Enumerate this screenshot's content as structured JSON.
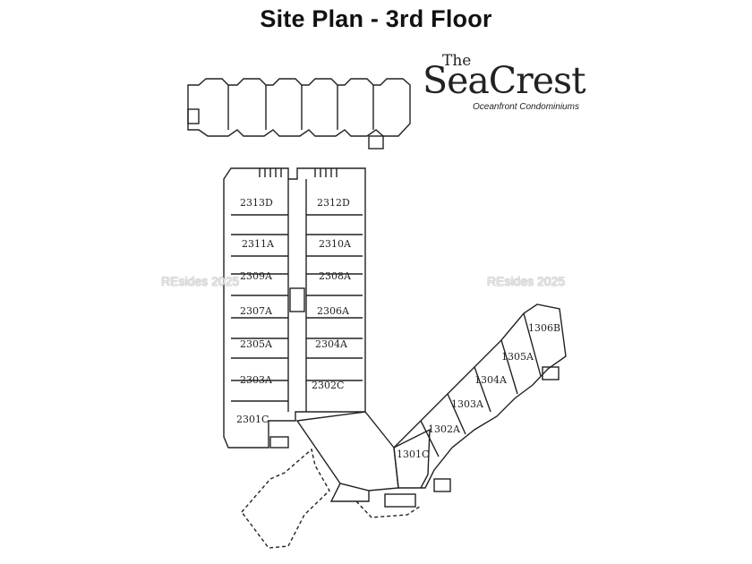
{
  "title": "Site Plan - 3rd Floor",
  "logo": {
    "prefix": "The",
    "name": "SeaCrest",
    "tagline": "Oceanfront Condominiums"
  },
  "watermark": "REsides 2025",
  "units": {
    "left_column": [
      "2313D",
      "2312D",
      "2311A",
      "2310A",
      "2309A",
      "2308A",
      "2307A",
      "2306A",
      "2305A",
      "2304A",
      "2303A",
      "2302C",
      "2301C"
    ],
    "right_wing": [
      "1306B",
      "1305A",
      "1304A",
      "1303A",
      "1302A",
      "1301C"
    ]
  }
}
